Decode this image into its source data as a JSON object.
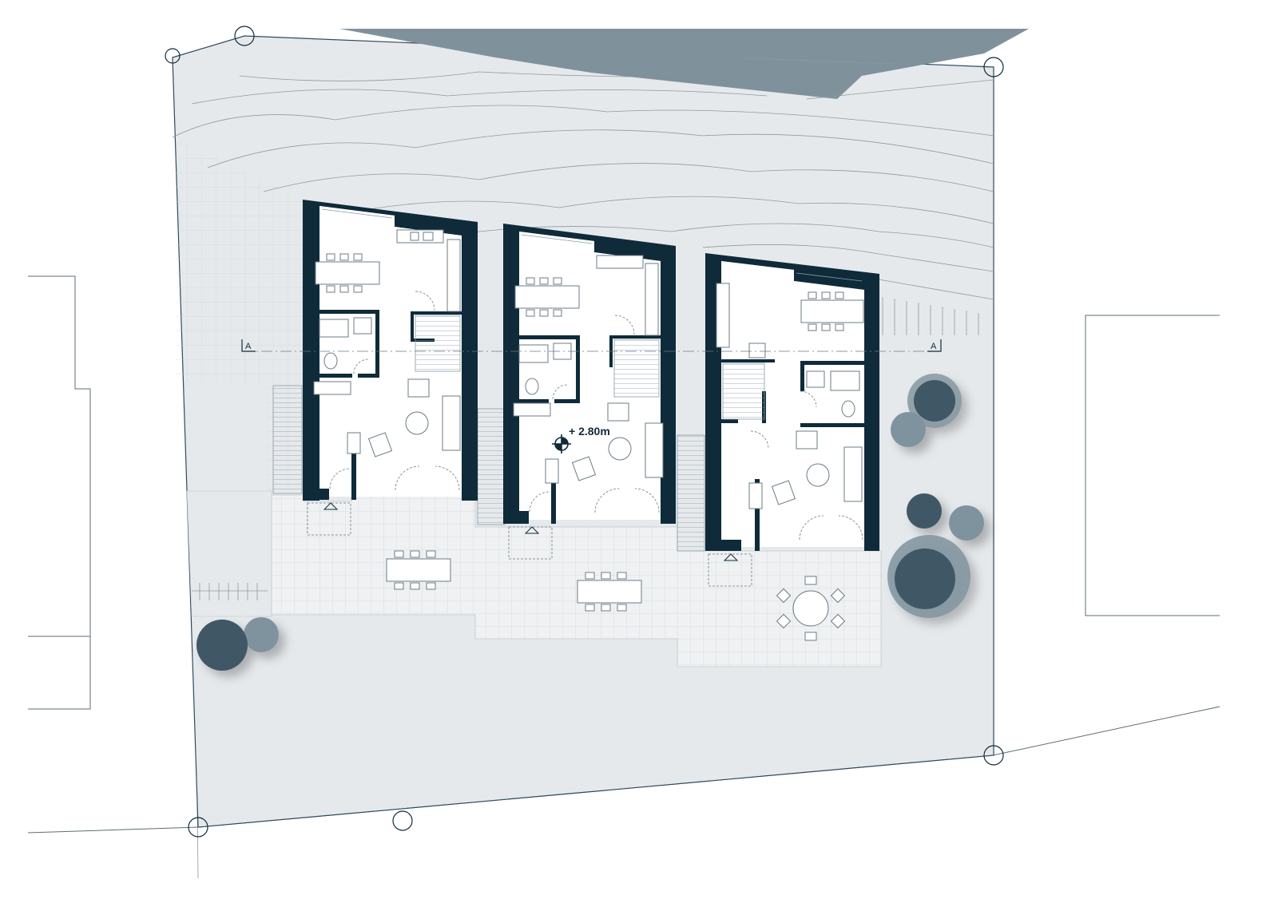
{
  "plan": {
    "elevation_label": "+ 2.80m",
    "section_marker_left": "A",
    "section_marker_right": "A"
  },
  "colors": {
    "wall": "#0f2b3a",
    "site": "#e6e9ec",
    "road": "#7f929c",
    "paving": "#eef0f1",
    "tree_dark": "#3f5866",
    "tree_light": "#7f939e"
  }
}
